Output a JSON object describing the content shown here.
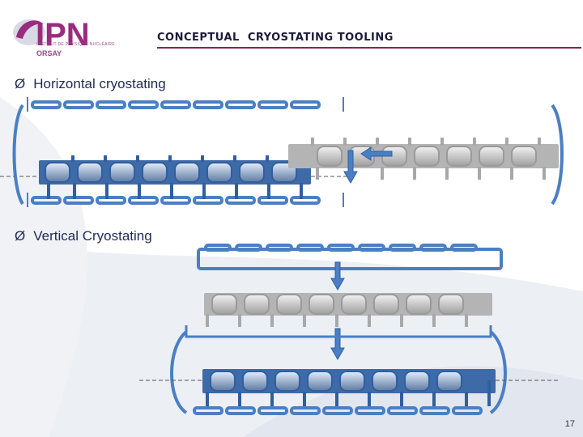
{
  "header": {
    "logo_text": "IPN",
    "logo_subtitle": "INSTITUT DE PHYSIQUE NUCLÉAIRE",
    "logo_city": "ORSAY",
    "title": "CONCEPTUAL  CRYOSTATING TOOLING"
  },
  "bullets": [
    {
      "icon": "arrow-bullet-icon",
      "glyph": "Ø",
      "text": "Horizontal cryostating"
    },
    {
      "icon": "arrow-bullet-icon",
      "glyph": "Ø",
      "text": "Vertical Cryostating"
    }
  ],
  "footer": {
    "page_number": "17"
  },
  "colors": {
    "accent_blue": "#4a7fc4",
    "dark_blue": "#2f5f9e",
    "grey": "#9a9a9a",
    "logo_purple": "#9a2c7f",
    "title_rule": "#7a2a52"
  }
}
